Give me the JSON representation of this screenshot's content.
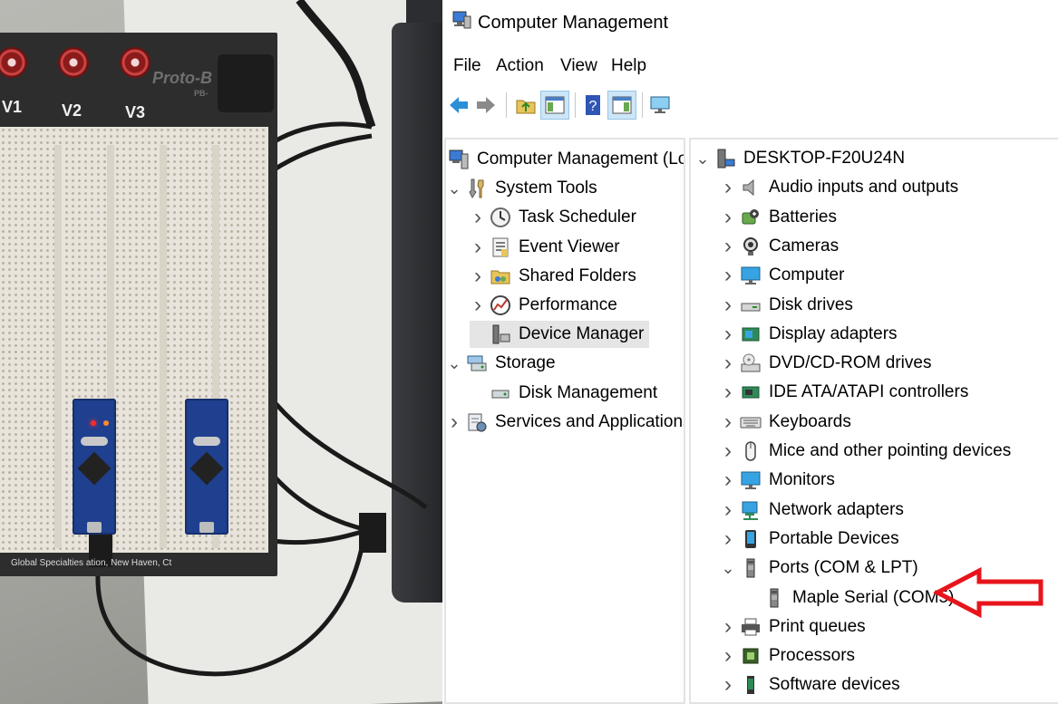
{
  "photo": {
    "jack_labels": [
      "V1",
      "V2",
      "V3"
    ],
    "brand": "Proto-B",
    "brand_sub": "PB-",
    "board_text": "Global Specialties    ation, New Haven, Ct"
  },
  "window": {
    "title": "Computer Management",
    "menu": [
      "File",
      "Action",
      "View",
      "Help"
    ],
    "toolbar": [
      "back-icon",
      "forward-icon",
      "up-folder-icon",
      "show-hide-tree-icon",
      "help-icon",
      "action-pane-icon",
      "monitor-icon"
    ],
    "left_tree": [
      {
        "label": "Computer Management (Local",
        "icon": "computer-management-icon",
        "chevron": ""
      },
      {
        "label": "System Tools",
        "icon": "tools-icon",
        "chevron": "v"
      },
      {
        "label": "Task Scheduler",
        "icon": "clock-icon",
        "chevron": ">"
      },
      {
        "label": "Event Viewer",
        "icon": "event-viewer-icon",
        "chevron": ">"
      },
      {
        "label": "Shared Folders",
        "icon": "shared-folder-icon",
        "chevron": ">"
      },
      {
        "label": "Performance",
        "icon": "performance-icon",
        "chevron": ">"
      },
      {
        "label": "Device Manager",
        "icon": "device-manager-icon",
        "chevron": "",
        "selected": true
      },
      {
        "label": "Storage",
        "icon": "storage-icon",
        "chevron": "v"
      },
      {
        "label": "Disk Management",
        "icon": "disk-management-icon",
        "chevron": ""
      },
      {
        "label": "Services and Applications",
        "icon": "services-icon",
        "chevron": ">"
      }
    ],
    "device_tree": [
      {
        "label": "DESKTOP-F20U24N",
        "icon": "computer-icon",
        "chevron": "v"
      },
      {
        "label": "Audio inputs and outputs",
        "icon": "speaker-icon",
        "chevron": ">"
      },
      {
        "label": "Batteries",
        "icon": "battery-icon",
        "chevron": ">"
      },
      {
        "label": "Cameras",
        "icon": "camera-icon",
        "chevron": ">"
      },
      {
        "label": "Computer",
        "icon": "monitor-icon",
        "chevron": ">"
      },
      {
        "label": "Disk drives",
        "icon": "disk-drive-icon",
        "chevron": ">"
      },
      {
        "label": "Display adapters",
        "icon": "display-adapter-icon",
        "chevron": ">"
      },
      {
        "label": "DVD/CD-ROM drives",
        "icon": "dvd-icon",
        "chevron": ">"
      },
      {
        "label": "IDE ATA/ATAPI controllers",
        "icon": "ide-controller-icon",
        "chevron": ">"
      },
      {
        "label": "Keyboards",
        "icon": "keyboard-icon",
        "chevron": ">"
      },
      {
        "label": "Mice and other pointing devices",
        "icon": "mouse-icon",
        "chevron": ">"
      },
      {
        "label": "Monitors",
        "icon": "monitor-icon",
        "chevron": ">"
      },
      {
        "label": "Network adapters",
        "icon": "network-adapter-icon",
        "chevron": ">"
      },
      {
        "label": "Portable Devices",
        "icon": "portable-device-icon",
        "chevron": ">"
      },
      {
        "label": "Ports (COM & LPT)",
        "icon": "port-icon",
        "chevron": "v"
      },
      {
        "label": "Maple Serial (COM5)",
        "icon": "port-icon",
        "chevron": ""
      },
      {
        "label": "Print queues",
        "icon": "printer-icon",
        "chevron": ">"
      },
      {
        "label": "Processors",
        "icon": "processor-icon",
        "chevron": ">"
      },
      {
        "label": "Software devices",
        "icon": "software-device-icon",
        "chevron": ">"
      }
    ]
  },
  "annotation": {
    "arrow_color": "#e8141c",
    "points_to": "Maple Serial (COM5)"
  }
}
